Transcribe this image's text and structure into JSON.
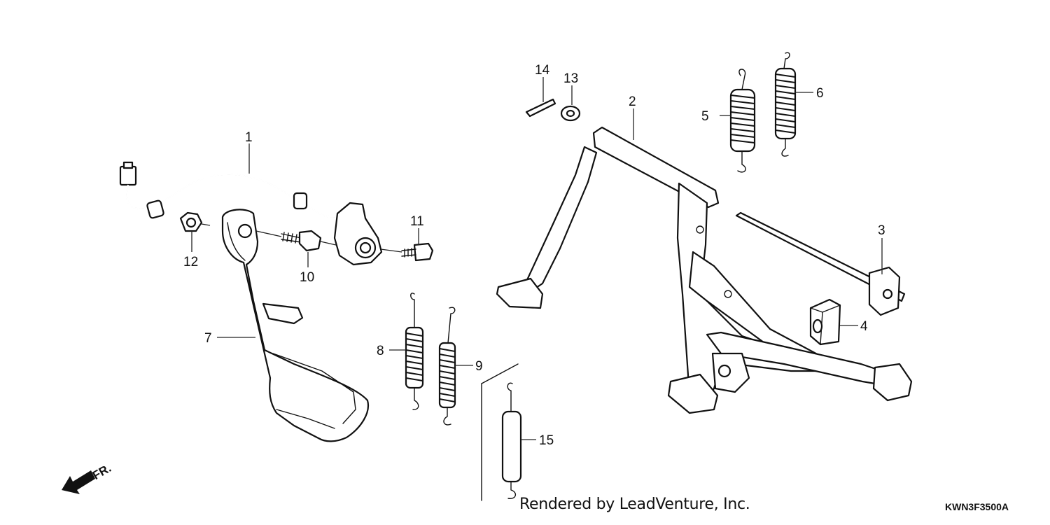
{
  "diagram": {
    "callouts": [
      {
        "id": "1",
        "label": "1"
      },
      {
        "id": "2",
        "label": "2"
      },
      {
        "id": "3",
        "label": "3"
      },
      {
        "id": "4",
        "label": "4"
      },
      {
        "id": "5",
        "label": "5"
      },
      {
        "id": "6",
        "label": "6"
      },
      {
        "id": "7",
        "label": "7"
      },
      {
        "id": "8",
        "label": "8"
      },
      {
        "id": "9",
        "label": "9"
      },
      {
        "id": "10",
        "label": "10"
      },
      {
        "id": "11",
        "label": "11"
      },
      {
        "id": "12",
        "label": "12"
      },
      {
        "id": "13",
        "label": "13"
      },
      {
        "id": "14",
        "label": "14"
      },
      {
        "id": "15",
        "label": "15"
      }
    ],
    "direction_label": "FR.",
    "credit": "Rendered by LeadVenture, Inc.",
    "diagram_code": "KWN3F3500A"
  }
}
